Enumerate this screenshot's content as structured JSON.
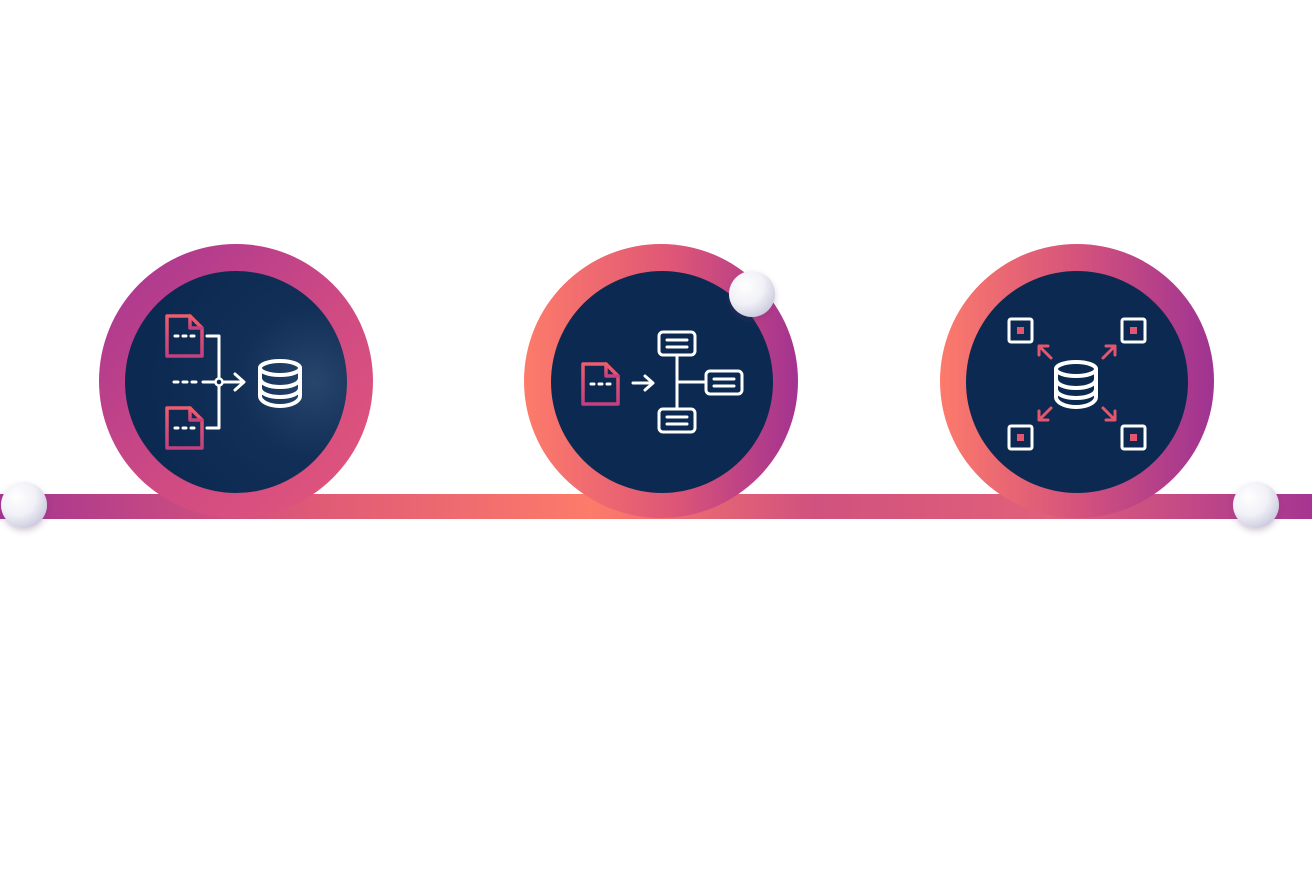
{
  "colors": {
    "background": "#ffffff",
    "navy": "#0c2a51",
    "pink": "#e2576f",
    "coral": "#fd7b6a",
    "magenta": "#a73390",
    "icon_white": "#ffffff",
    "sphere": "#f1f1f7"
  },
  "stages": [
    {
      "name": "ingest",
      "icon": "files-merge-into-database-icon"
    },
    {
      "name": "structure",
      "icon": "file-to-tree-structure-icon"
    },
    {
      "name": "distribute",
      "icon": "database-distribute-icon"
    }
  ],
  "connector": {
    "icon": "sphere-node"
  }
}
